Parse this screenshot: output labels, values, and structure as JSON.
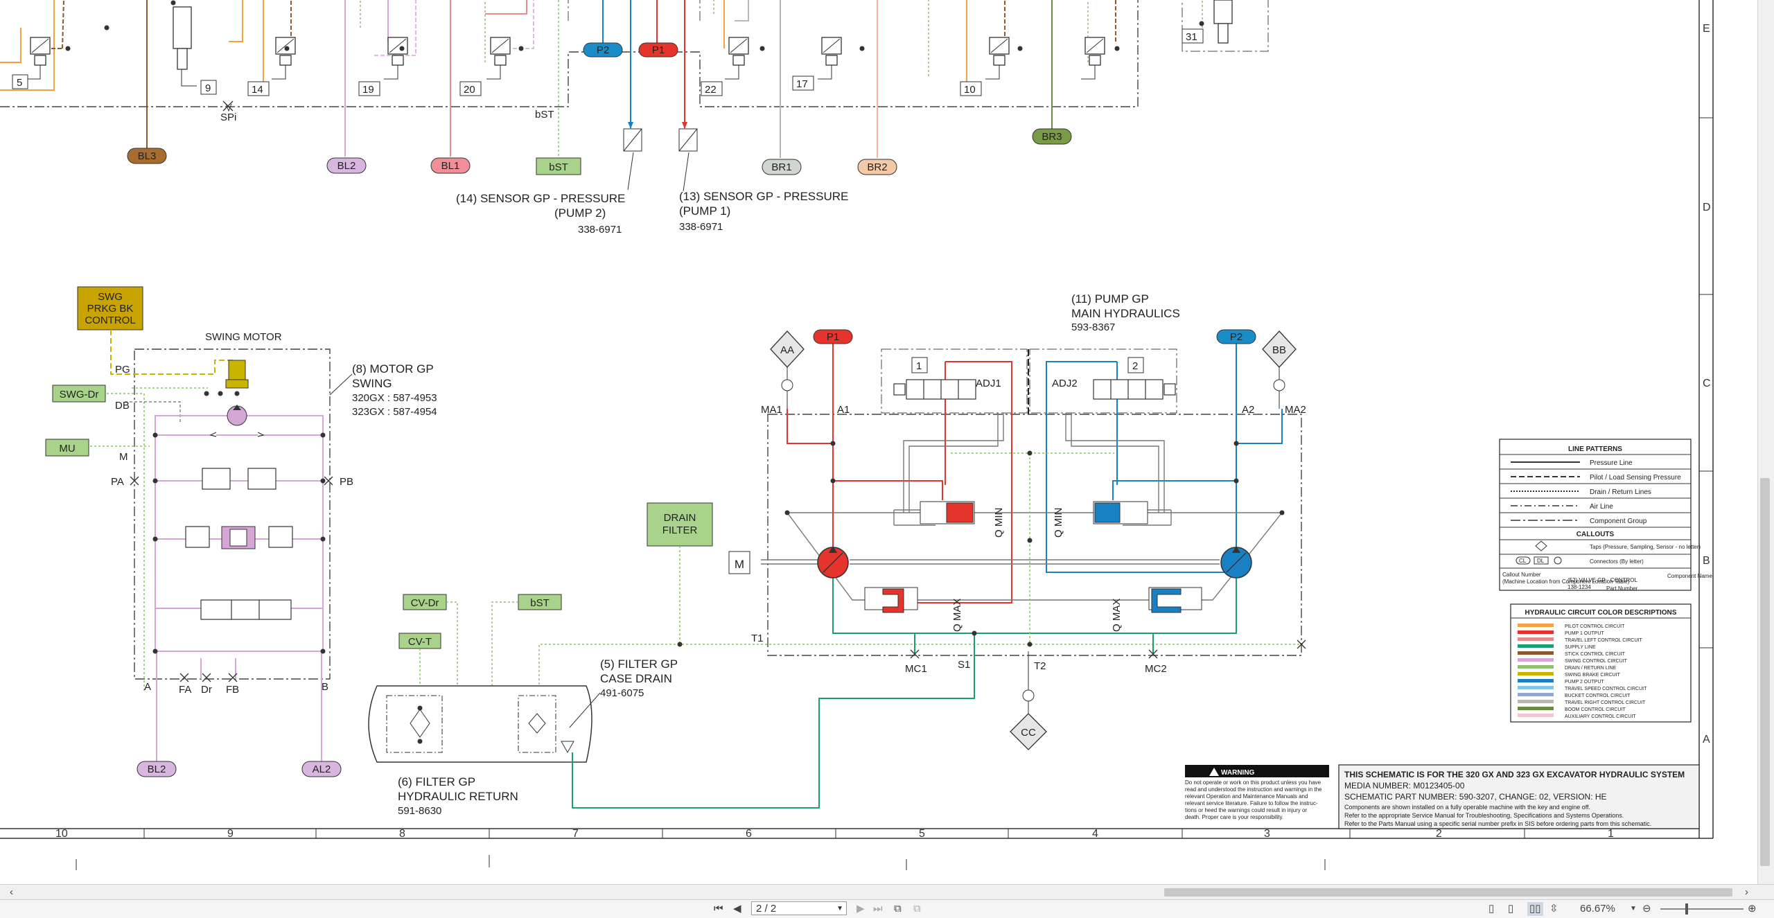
{
  "schematic": {
    "connectors": {
      "bl3": "BL3",
      "bl2_top": "BL2",
      "bl1": "BL1",
      "bst_top": "bST",
      "br1": "BR1",
      "br2": "BR2",
      "br3": "BR3",
      "p2_top": "P2",
      "p1_top": "P1",
      "p1_pump": "P1",
      "p2_pump": "P2",
      "bl2_bottom": "BL2",
      "al2": "AL2"
    },
    "valve_numbers": {
      "n5": "5",
      "n9": "9",
      "n14": "14",
      "n19": "19",
      "n20": "20",
      "n22": "22",
      "n17": "17",
      "n10": "10",
      "n31": "31",
      "n1": "1",
      "n2": "2"
    },
    "top_labels": {
      "spi": "SPi",
      "bst_line": "bST"
    },
    "sensor_p2": {
      "line1": "(14) SENSOR GP - PRESSURE",
      "line2": "(PUMP 2)",
      "part": "338-6971"
    },
    "sensor_p1": {
      "line1": "(13) SENSOR GP - PRESSURE",
      "line2": "(PUMP 1)",
      "part": "338-6971"
    },
    "swing_brake_box": {
      "line1": "SWG",
      "line2": "PRKG BK",
      "line3": "CONTROL"
    },
    "swing_motor": {
      "title": "SWING MOTOR",
      "pg": "PG",
      "db": "DB",
      "m": "M",
      "pa": "PA",
      "pb": "PB",
      "a": "A",
      "fa": "FA",
      "dr": "Dr",
      "fb": "FB",
      "b": "B",
      "swg_dr": "SWG-Dr",
      "mu": "MU"
    },
    "motor_callout": {
      "line1": "(8) MOTOR GP",
      "line2": "SWING",
      "line3": "320GX : 587-4953",
      "line4": "323GX : 587-4954"
    },
    "pump_callout": {
      "line1": "(11) PUMP GP",
      "line2": "MAIN HYDRAULICS",
      "line3": "593-8367"
    },
    "pump": {
      "aa": "AA",
      "bb": "BB",
      "cc": "CC",
      "ma1": "MA1",
      "a1": "A1",
      "a2": "A2",
      "ma2": "MA2",
      "adj1": "ADJ1",
      "adj2": "ADJ2",
      "qmin_left": "Q MIN",
      "qmin_right": "Q MIN",
      "qmax_left": "Q MAX",
      "qmax_right": "Q MAX",
      "t1": "T1",
      "s1": "S1",
      "t2": "T2",
      "mc1": "MC1",
      "mc2": "MC2",
      "m": "M"
    },
    "drain_filter": {
      "line1": "DRAIN",
      "line2": "FILTER"
    },
    "cv_dr": "CV-Dr",
    "cv_t": "CV-T",
    "bst_mid": "bST",
    "filter_case": {
      "line1": "(5) FILTER GP",
      "line2": "CASE DRAIN",
      "part": "491-6075"
    },
    "filter_return": {
      "line1": "(6) FILTER GP",
      "line2": "HYDRAULIC RETURN",
      "part": "591-8630"
    },
    "grid_cols": [
      "10",
      "9",
      "8",
      "7",
      "6",
      "5",
      "4",
      "3",
      "2",
      "1"
    ],
    "grid_rows": [
      "E",
      "D",
      "C",
      "B",
      "A"
    ],
    "legend": {
      "title": "LINE PATTERNS",
      "patterns": [
        "Pressure Line",
        "Pilot / Load Sensing Pressure",
        "Drain / Return Lines",
        "Air Line",
        "Component Group"
      ],
      "callouts_title": "CALLOUTS",
      "taps": "Taps (Pressure, Sampling, Sensor - no letter)",
      "connectors": "Connectors (By letter)",
      "callout_label": "Callout Number",
      "callout_sub": "(Machine Location from Component Location Table)",
      "callout_example": "(52) VALVE GP - CONTROL",
      "callout_part": "138-1234",
      "component_name": "Component Name",
      "part_number": "Part Number",
      "chip_cl": "CL",
      "chip_dl": "DL",
      "color_title": "HYDRAULIC CIRCUIT COLOR DESCRIPTIONS",
      "colors": [
        {
          "name": "PILOT CONTROL CIRCUIT",
          "color": "#f3a33b"
        },
        {
          "name": "PUMP 1 OUTPUT",
          "color": "#e5342c"
        },
        {
          "name": "TRAVEL LEFT CONTROL CIRCUIT",
          "color": "#e58d8b"
        },
        {
          "name": "SUPPLY LINE",
          "color": "#1a9e77"
        },
        {
          "name": "STICK CONTROL CIRCUIT",
          "color": "#8b5a2b"
        },
        {
          "name": "SWING CONTROL CIRCUIT",
          "color": "#d3a6d6"
        },
        {
          "name": "DRAIN / RETURN LINE",
          "color": "#8fbf6f"
        },
        {
          "name": "SWING BRAKE CIRCUIT",
          "color": "#c9b400"
        },
        {
          "name": "PUMP 2 OUTPUT",
          "color": "#1a80c4"
        },
        {
          "name": "TRAVEL SPEED CONTROL CIRCUIT",
          "color": "#7dc7e8"
        },
        {
          "name": "BUCKET CONTROL CIRCUIT",
          "color": "#8fa8d8"
        },
        {
          "name": "TRAVEL RIGHT CONTROL CIRCUIT",
          "color": "#b7b7b7"
        },
        {
          "name": "BOOM CONTROL CIRCUIT",
          "color": "#6c8b3c"
        },
        {
          "name": "AUXILIARY CONTROL CIRCUIT",
          "color": "#f2c6d0"
        }
      ]
    },
    "warning": {
      "title": "WARNING",
      "lines": [
        "Do not operate or work on this product unless you have",
        "read and understood the instruction and warnings in the",
        "relevant Operation and Maintenance Manuals and",
        "relevant service literature. Failure to follow the instruc-",
        "tions or heed the warnings could result in injury or",
        "death. Proper care is your responsibility."
      ]
    },
    "title_block": {
      "title": "THIS SCHEMATIC IS FOR THE 320 GX AND 323 GX EXCAVATOR HYDRAULIC SYSTEM",
      "media": "MEDIA NUMBER: M0123405-00",
      "part": "SCHEMATIC PART NUMBER: 590-3207, CHANGE: 02, VERSION: HE",
      "note1": "Components are shown installed on a fully operable machine with the key and engine off.",
      "note2": "Refer to the appropriate Service Manual for Troubleshooting, Specifications and Systems Operations.",
      "note3": "Refer to the Parts Manual using a specific serial number prefix in SIS before ordering parts from this schematic."
    }
  },
  "viewer": {
    "page_field": "2 / 2",
    "zoom": "66.67%",
    "colors": {
      "pump1": "#e5342c",
      "pump2": "#1a80c4",
      "supply": "#1a9e77",
      "pilot": "#f3a33b",
      "drain": "#8fbf6f",
      "swing": "#d3a6d6",
      "brake": "#c9b400",
      "stick": "#8b5a2b",
      "boom": "#6c8b3c"
    }
  }
}
